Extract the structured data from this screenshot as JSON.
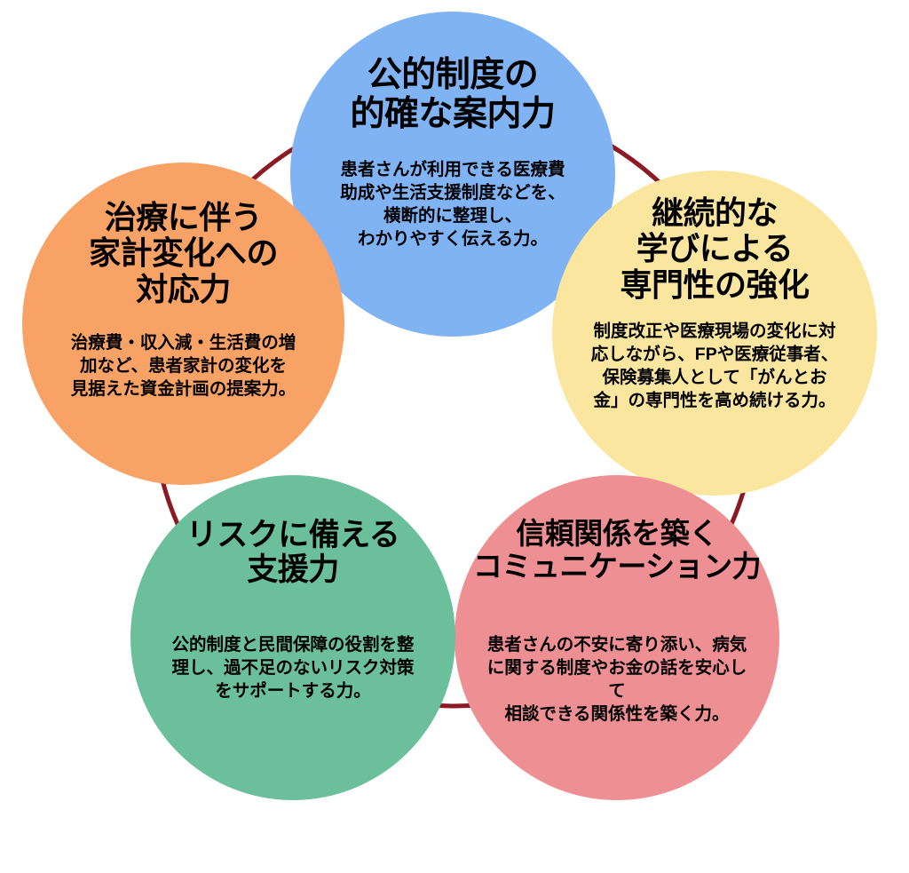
{
  "diagram": {
    "type": "radial-circle-cluster",
    "background_color": "#ffffff",
    "connector_color": "#8C1A22",
    "node_count": 5,
    "nodes": [
      {
        "id": "public-system",
        "position": "top",
        "color": "#7FB3F4",
        "title": "公的制度の\n的確な案内力",
        "body": "患者さんが利用できる医療費\n助成や生活支援制度などを、\n横断的に整理し、\nわかりやすく伝える力。"
      },
      {
        "id": "continuous-learning",
        "position": "right",
        "color": "#FBE6A0",
        "title": "継続的な\n学びによる\n専門性の強化",
        "body": "制度改正や医療現場の変化に対応しながら、FPや医療従事者、保険募集人として「がんとお金」の専門性を高め続ける力。"
      },
      {
        "id": "trust-communication",
        "position": "bottom-right",
        "color": "#EE9093",
        "title": "信頼関係を築く\nコミュニケーション力",
        "body": "患者さんの不安に寄り添い、病気\nに関する制度やお金の話を安心して\n相談できる関係性を築く力。"
      },
      {
        "id": "risk-support",
        "position": "bottom-left",
        "color": "#6BBF9B",
        "title": "リスクに備える\n支援力",
        "body": "公的制度と民間保障の役割を整理し、過不足のないリスク対策をサポートする力。"
      },
      {
        "id": "household-change",
        "position": "left",
        "color": "#F9A265",
        "title": "治療に伴う\n家計変化への\n対応力",
        "body": "治療費・収入減・生活費の増\n加など、患者家計の変化を\n見据えた資金計画の提案力。"
      }
    ]
  }
}
